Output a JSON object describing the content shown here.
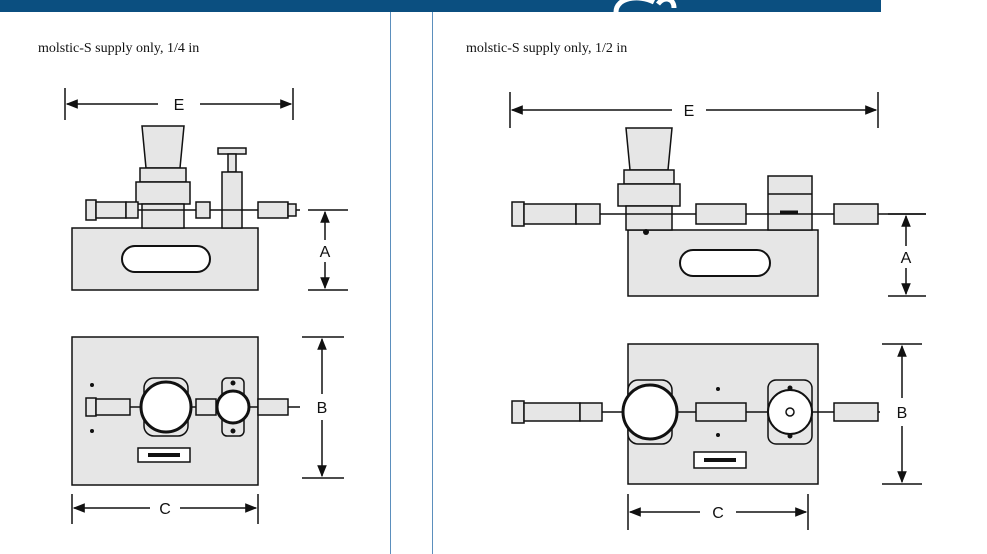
{
  "panels": [
    {
      "title": "molstic-S supply only, 1/4 in"
    },
    {
      "title": "molstic-S supply only, 1/2 in"
    }
  ],
  "dimensions": {
    "left": {
      "E": "E",
      "A": "A",
      "B": "B",
      "C": "C"
    },
    "right": {
      "E": "E",
      "A": "A",
      "B": "B",
      "C": "C"
    }
  },
  "colors": {
    "header": "#0b4f80",
    "divider": "#5b8fbd",
    "line": "#111111",
    "body_fill": "#e6e6e6"
  }
}
